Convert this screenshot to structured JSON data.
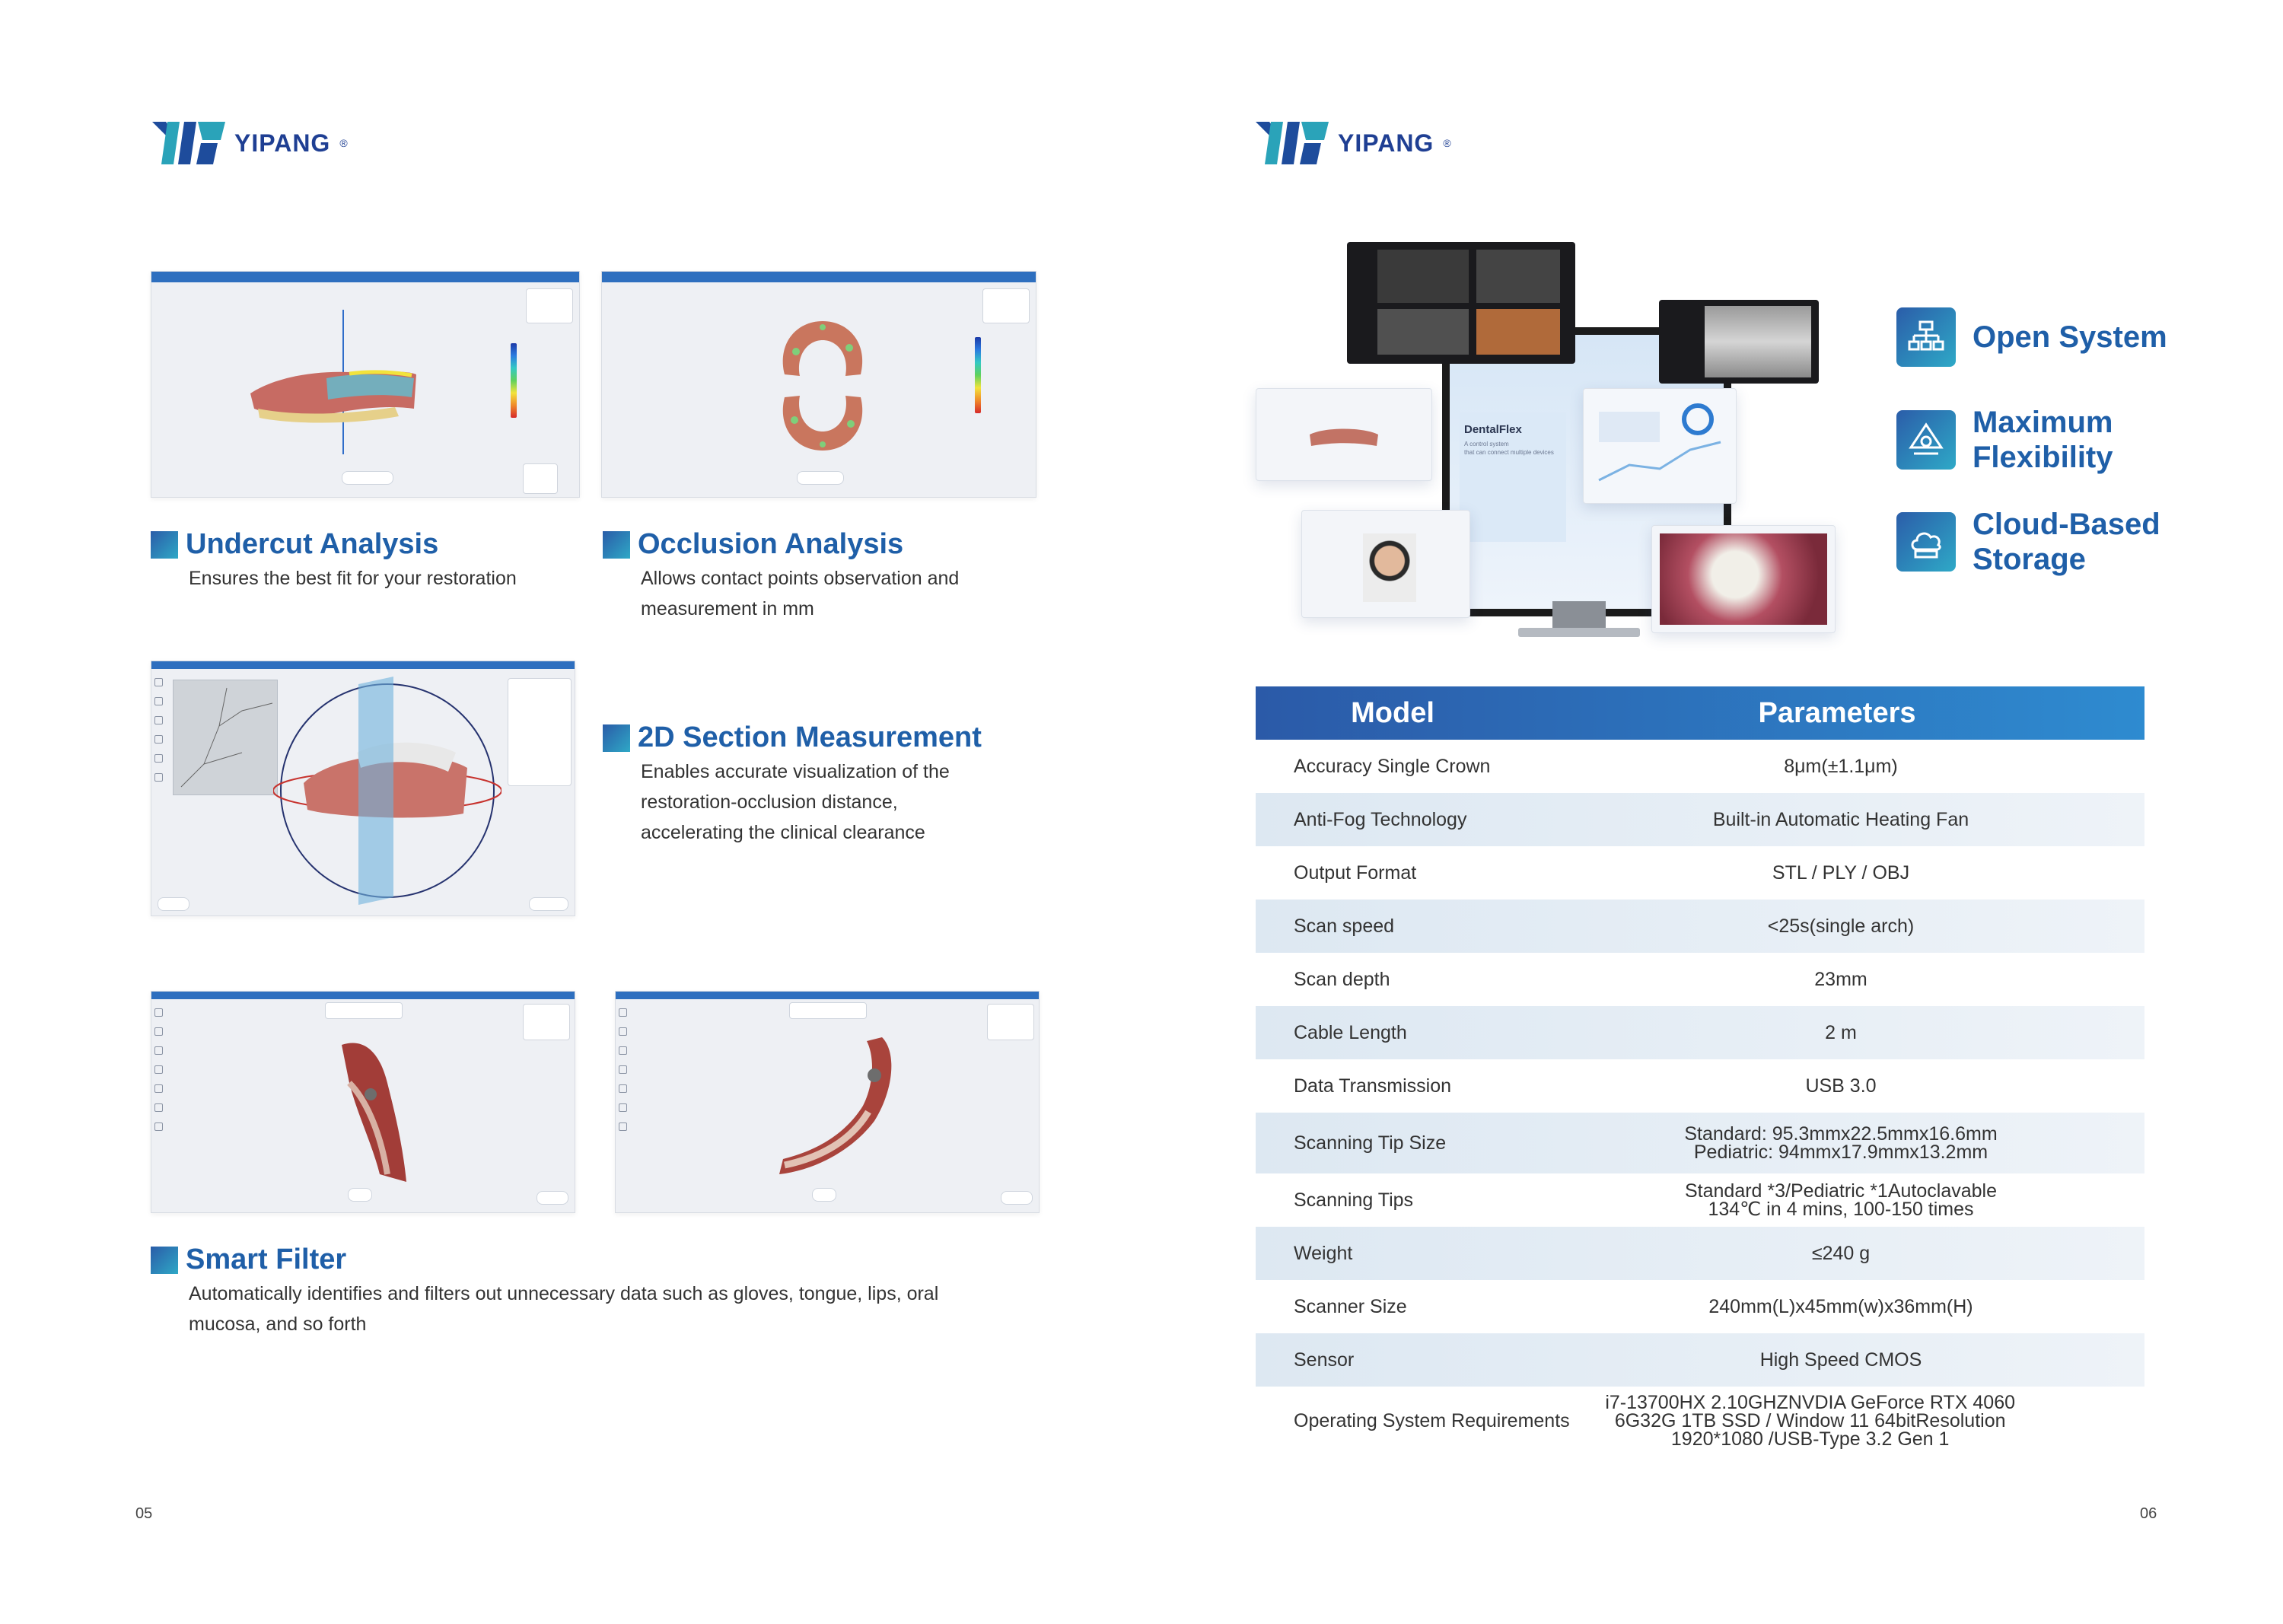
{
  "brand": {
    "name": "YIPANG",
    "mark": "®",
    "colors": {
      "primary": "#1f5fa8",
      "accent": "#2fa8c6"
    }
  },
  "left_page": {
    "sections": [
      {
        "title": "Undercut Analysis",
        "desc": [
          "Ensures the best fit for your restoration"
        ]
      },
      {
        "title": "Occlusion Analysis",
        "desc": [
          "Allows contact points observation and",
          "measurement in mm"
        ]
      },
      {
        "title": "2D Section Measurement",
        "desc": [
          "Enables accurate visualization of the",
          "restoration-occlusion distance,",
          "accelerating the clinical clearance"
        ]
      },
      {
        "title": "Smart Filter",
        "desc": [
          "Automatically identifies and filters out unnecessary data such as gloves, tongue, lips, oral",
          "mucosa, and so forth"
        ]
      }
    ],
    "page_number": "05"
  },
  "right_page": {
    "hero": {
      "app_name": "DentalFlex",
      "app_caption": [
        "A control system",
        "that can connect multiple devices"
      ]
    },
    "features": [
      {
        "label": [
          "Open System"
        ],
        "icon": "network-icon"
      },
      {
        "label": [
          "Maximum",
          "Flexibility"
        ],
        "icon": "flexibility-icon"
      },
      {
        "label": [
          "Cloud-Based",
          "Storage"
        ],
        "icon": "cloud-storage-icon"
      }
    ],
    "table": {
      "headers": {
        "model": "Model",
        "parameters": "Parameters"
      },
      "rows": [
        {
          "k": "Accuracy Single Crown",
          "v": [
            "8μm(±1.1μm)"
          ]
        },
        {
          "k": "Anti-Fog Technology",
          "v": [
            "Built-in Automatic Heating Fan"
          ]
        },
        {
          "k": "Output Format",
          "v": [
            "STL / PLY / OBJ"
          ]
        },
        {
          "k": "Scan speed",
          "v": [
            "<25s(single arch)"
          ]
        },
        {
          "k": "Scan depth",
          "v": [
            "23mm"
          ]
        },
        {
          "k": "Cable Length",
          "v": [
            "2 m"
          ]
        },
        {
          "k": "Data Transmission",
          "v": [
            "USB 3.0"
          ]
        },
        {
          "k": "Scanning Tip Size",
          "v": [
            "Standard: 95.3mmx22.5mmx16.6mm",
            "Pediatric: 94mmx17.9mmx13.2mm"
          ]
        },
        {
          "k": "Scanning Tips",
          "v": [
            "Standard *3/Pediatric *1Autoclavable",
            "134℃ in 4 mins, 100-150 times"
          ]
        },
        {
          "k": "Weight",
          "v": [
            "≤240 g"
          ]
        },
        {
          "k": "Scanner Size",
          "v": [
            "240mm(L)x45mm(w)x36mm(H)"
          ]
        },
        {
          "k": "Sensor",
          "v": [
            "High Speed CMOS"
          ]
        },
        {
          "k": "Operating System Requirements",
          "v": [
            "i7-13700HX 2.10GHZNVDIA GeForce RTX 4060",
            "6G32G 1TB SSD / Window 11 64bitResolution",
            "1920*1080 /USB-Type 3.2 Gen 1"
          ]
        }
      ]
    },
    "page_number": "06"
  }
}
